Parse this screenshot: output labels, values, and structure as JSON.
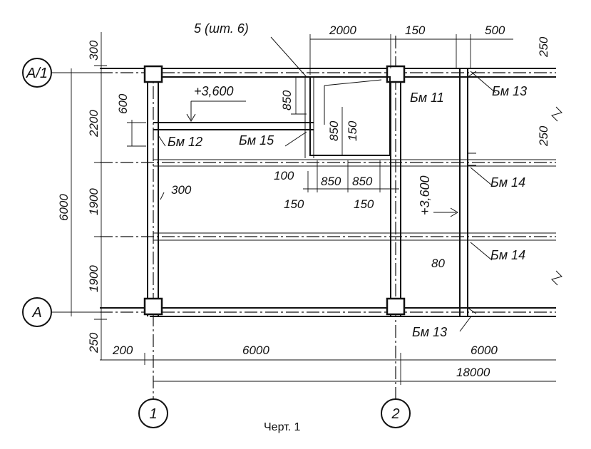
{
  "axes": {
    "a1": "А/1",
    "a": "А",
    "n1": "1",
    "n2": "2"
  },
  "labels": {
    "note_top": "5 (шт. 6)",
    "level_left": "+3,600",
    "level_right": "+3,600",
    "bm11": "Бм 11",
    "bm12": "Бм 12",
    "bm13_top": "Бм 13",
    "bm13_bottom": "Бм 13",
    "bm14_a": "Бм 14",
    "bm14_b": "Бм 14",
    "bm15": "Бм 15"
  },
  "dims": {
    "d300_top": "300",
    "d2200": "2200",
    "d1900_a": "1900",
    "d1900_b": "1900",
    "d250_bottom": "250",
    "d6000_vert": "6000",
    "d600": "600",
    "d2000": "2000",
    "d150_top": "150",
    "d500": "500",
    "d250_tr": "250",
    "d250_r": "250",
    "d850_a": "850",
    "d850_b": "850",
    "d150_c": "150",
    "d100": "100",
    "d850_c": "850",
    "d850_d": "850",
    "d150_l": "150",
    "d150_m": "150",
    "d300_mid": "300",
    "d80": "80",
    "d200": "200",
    "d6000_a": "6000",
    "d6000_b": "6000",
    "d18000": "18000"
  },
  "caption": "Черт. 1"
}
